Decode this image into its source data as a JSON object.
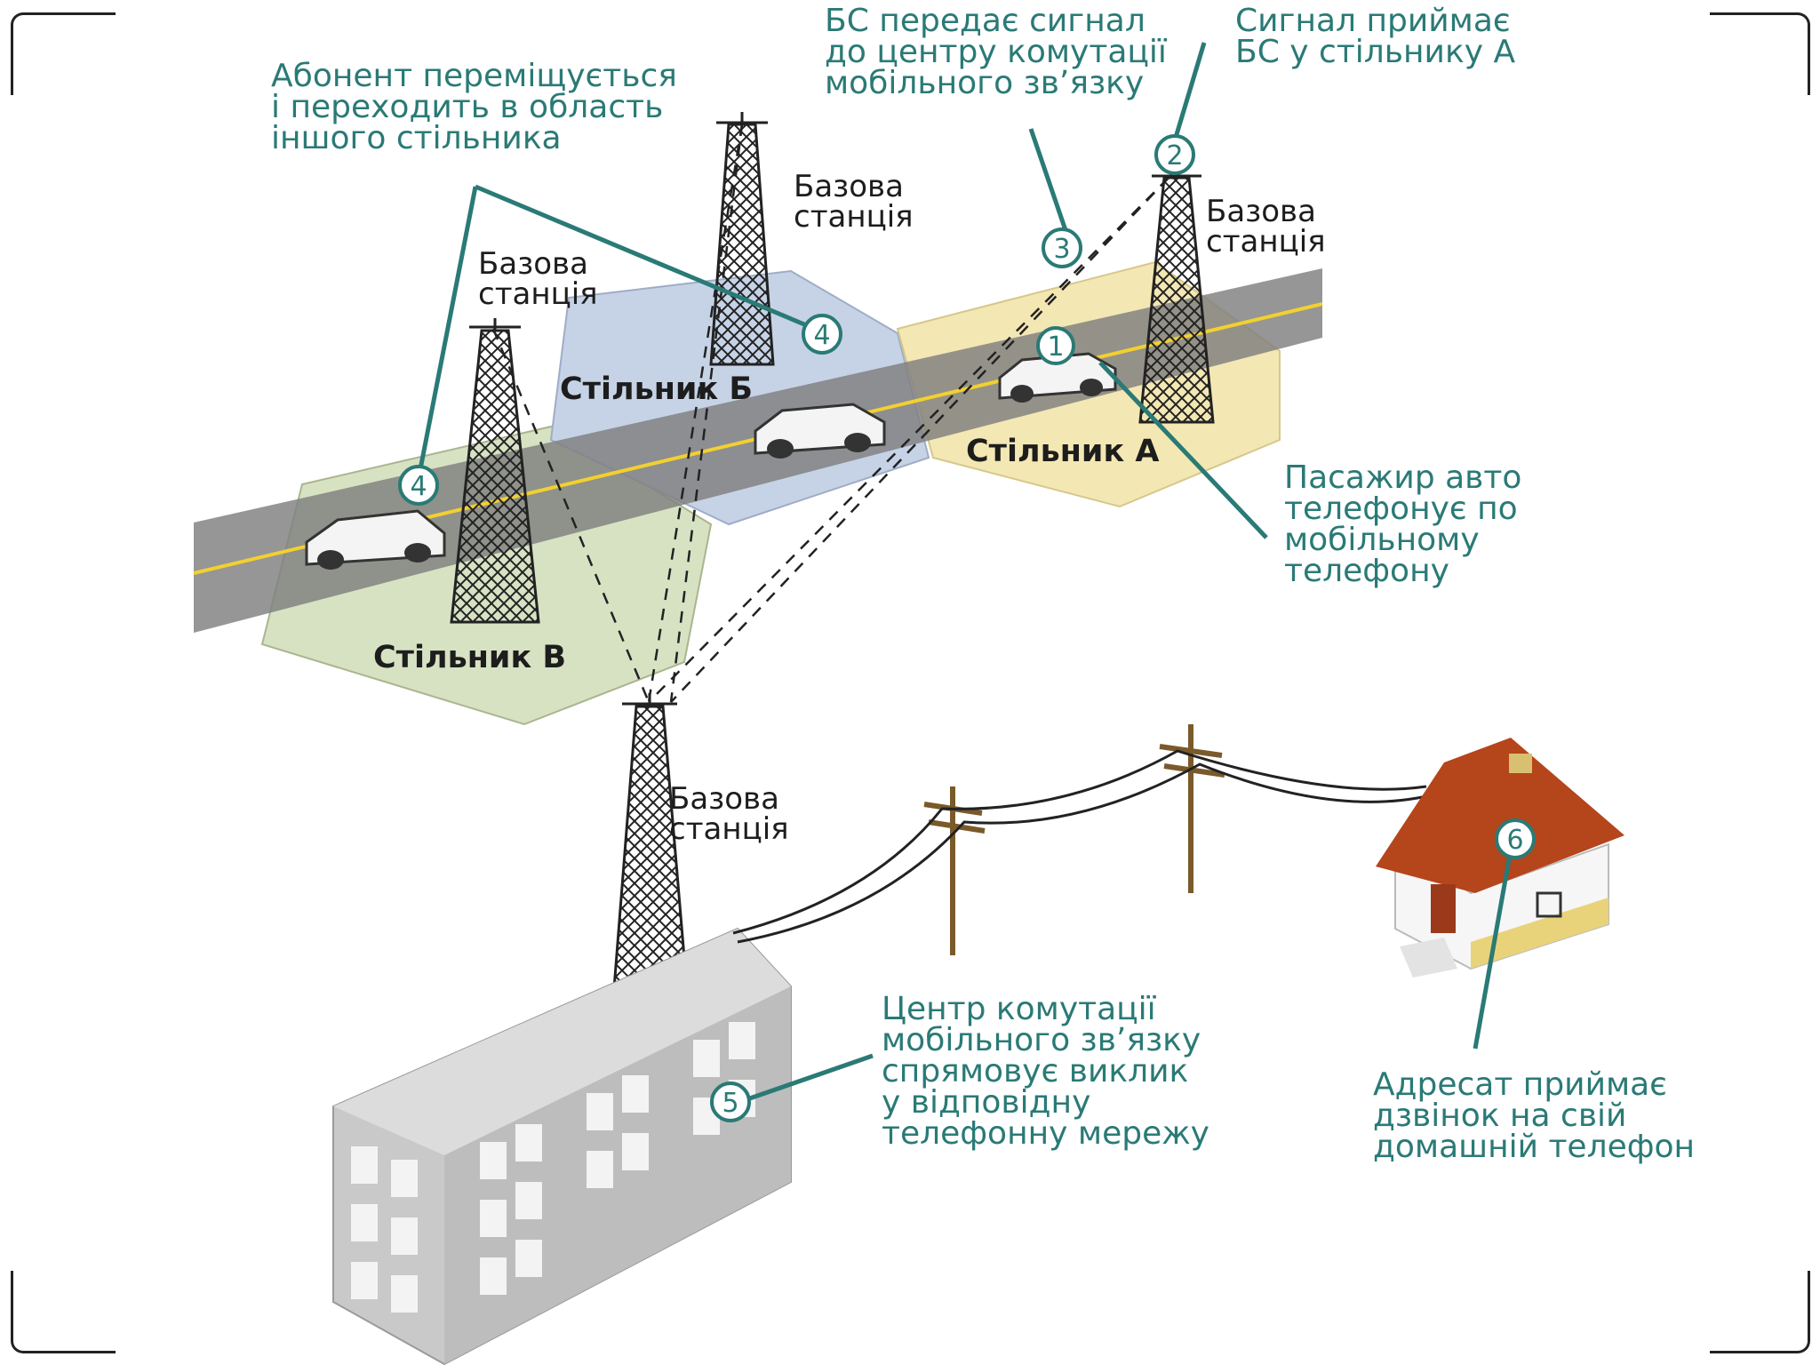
{
  "cells": {
    "a": "Стільник А",
    "b": "Стільник Б",
    "v": "Стільник В"
  },
  "base_station_label": "Базова\nстанція",
  "callouts": {
    "step1": "Пасажир авто\nтелефонує по\nмобільному\nтелефону",
    "step2": "Сигнал приймає\nБС у стільнику А",
    "step3": "БС передає сигнал\nдо центру комутації\nмобільного зв’язку",
    "step4": "Абонент переміщується\nі переходить в область\nіншого стільника",
    "step5": "Центр комутації\nмобільного зв’язку\nспрямовує виклик\nу відповідну\nтелефонну мережу",
    "step6": "Адресат приймає\nдзвінок на свій\nдомашній телефон"
  },
  "step_numbers": [
    "1",
    "2",
    "3",
    "4",
    "5",
    "6"
  ],
  "colors": {
    "accent": "#2a7a76",
    "cell_a": "#f3e7b3",
    "cell_b": "#c6d3e6",
    "cell_v": "#d7e2c3",
    "road": "#8a8a8a",
    "road_line": "#f2d030",
    "roof": "#b5451b",
    "building": "#c9c9c9"
  }
}
